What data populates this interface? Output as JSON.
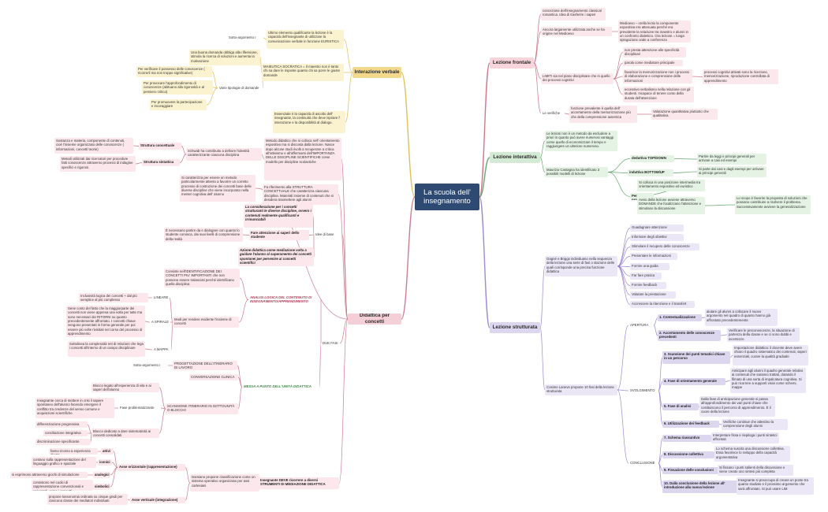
{
  "title": "La scuola dell' insegnamento",
  "colors": {
    "red": "#c76077",
    "red_bg": "#f8d5dc",
    "red_soft": "#fbe8ec",
    "green": "#4e9a58",
    "green_bg": "#d3ebd4",
    "green_soft": "#e4f3e4",
    "purple": "#8d77c9",
    "purple_bg": "#ddd6ef",
    "purple_soft": "#ebe7f6",
    "yellow": "#d9b53f",
    "yellow_bg": "#f2d98c",
    "yellow_soft": "#fbf2cf",
    "pink": "#c6657c",
    "pink_bg": "#f5cfd8",
    "pink_soft": "#fbe7ec"
  },
  "nodes": [
    {
      "id": "center",
      "text": "La scuola dell' insegnamento"
    },
    {
      "id": "lf",
      "text": "Lezione frontale"
    },
    {
      "id": "lf1",
      "text": "concezione dell'insegnamento classica/ romantica. Idea di trasferire i saperi"
    },
    {
      "id": "lf2",
      "text": "Ancora largamente utilizzata anche se ha origine nel Medioevo"
    },
    {
      "id": "lf2a",
      "text": "Medioevo – orella lectio la componente espositiva era attenuata perché era prevalente la relazione tra maestro e alunni in un confronto dialettico. Ora lezione = lunga spiegazione orale a conferenza"
    },
    {
      "id": "lf3",
      "text": "LIMITI sia nel piano disciplinare che in quello dei processi cognitivi"
    },
    {
      "id": "lf3a",
      "text": "non presta attenzione alle specificità disciplinari"
    },
    {
      "id": "lf3b",
      "text": "parola come mediatore principale"
    },
    {
      "id": "lf3c",
      "text": "favorisce la memorizzazione non i processi di elaborazione e comprensione delle informazioni"
    },
    {
      "id": "lf3c1",
      "text": "processi cognitivi attivati sono la ricezione, memorizzazione, riproduzione controllata di apprendimento"
    },
    {
      "id": "lf3d",
      "text": "eccessivo verbalismo nella relazione con gli studenti. Incapace di tenere conto della durata dell'attenzione"
    },
    {
      "id": "lf4",
      "text": "Le verifiche"
    },
    {
      "id": "lf4a",
      "text": "funzione prevalente è quella dell' accertamento della memorizzazione più che della comprensione autentica"
    },
    {
      "id": "lf4b",
      "text": "Valutazione quantitativa piuttosto che qualitativa."
    },
    {
      "id": "li",
      "text": "Lezione interattiva"
    },
    {
      "id": "li1",
      "text": "Le lezioni non è un metodo da escludere a priori in quanto può avere numerosi vantaggi come quello di economizzare il tempo e raggiungere un ulteriore numeroso."
    },
    {
      "id": "li2",
      "text": "Maurizio Castagna ha identificato 3 possibili modelli di lezione"
    },
    {
      "id": "li2a",
      "text": "deduttiva TOP/DOWN"
    },
    {
      "id": "li2a1",
      "text": "Partire da leggi e principi generali per arrivare a casi ed esempi"
    },
    {
      "id": "li2b",
      "text": "induttiva BOTTOM/UP"
    },
    {
      "id": "li2b1",
      "text": "Si parte dai casi e dagli esempi per arrivare ai principi generali"
    },
    {
      "id": "li2c",
      "text": "Per problemi"
    },
    {
      "id": "li2c1",
      "text": "Si colloca in una posizione intermedia tra orientamento espositivo ed euristico"
    },
    {
      "id": "li2c2",
      "text": "Avvio della lezione avviene attraverso DOMANDE che focalizzano l'attenzione e stimolano la discussione"
    },
    {
      "id": "li2c3",
      "text": "Lo scopo è favorire la proposta di soluzioni che possano contribuire a risolvere il problema. Successivamente avviene la generalizzazione"
    },
    {
      "id": "ls",
      "text": "Lezione strutturata"
    },
    {
      "id": "ls1",
      "text": "Gagné e Briggs individuano nella sequenza della lezione una serie di fasi o stazione delle quali corrisponde una precisa funzione didattica"
    },
    {
      "id": "g1",
      "text": "Guadagnare attenzione"
    },
    {
      "id": "g2",
      "text": "Informare degli obiettivi"
    },
    {
      "id": "g3",
      "text": "Stimolare il recupero delle conoscenze"
    },
    {
      "id": "g4",
      "text": "Presentare le informazioni"
    },
    {
      "id": "g5",
      "text": "Fornire una guida"
    },
    {
      "id": "g6",
      "text": "Far fare pratica"
    },
    {
      "id": "g7",
      "text": "Fornire feedback"
    },
    {
      "id": "g8",
      "text": "Valutare la prestazione"
    },
    {
      "id": "g9",
      "text": "Accrescere la ritenzione e il transfert"
    },
    {
      "id": "ls2",
      "text": "Cosimo Laneve propone 10 fasi della lezione strutturata"
    },
    {
      "id": "ap",
      "text": "APERTURA"
    },
    {
      "id": "f1",
      "text": "1. Contestualizzazione"
    },
    {
      "id": "f1a",
      "text": "aiutare gli alunni a collocare il nuovo argomento nel quadro di quanto hanno già affrontato precedentemente"
    },
    {
      "id": "f2",
      "text": "2. Accertamento delle conoscenze precedenti"
    },
    {
      "id": "f2a",
      "text": "Verificare le preconoscenze, la situazione di partenza della classe e se ci sono dubbi e incertezze"
    },
    {
      "id": "sv",
      "text": "SVOLGIMENTO"
    },
    {
      "id": "f3",
      "text": "3. Scansione dei punti tematici chiave in un percorso"
    },
    {
      "id": "f3a",
      "text": "Impostazione didattica: il docente deve avere chiaro il quadro sistematico dei contenuti, saperi essenziali, curare la qualità graduale"
    },
    {
      "id": "f4",
      "text": "4. Fase di orientamento generale"
    },
    {
      "id": "f4a",
      "text": "Anticipare agli alunni il quadro generale relativo ai contenuti che saranno trattati, dotando il filmato di una sorta di impalcatura cognitiva. Si può ricorrere a supporti visivi come schemi, mappe"
    },
    {
      "id": "f5",
      "text": "5. Fase di analisi"
    },
    {
      "id": "f5a",
      "text": "Dalla fase di anticipazione generale si passa all'approfondimento dei vari punti chiave che costituiscono il percorso di apprendimento. È il cuore della lezione"
    },
    {
      "id": "f6",
      "text": "6. Utilizzazione dei feedback"
    },
    {
      "id": "f6a",
      "text": "Verifiche continue che attestino la comprensione degli alunni"
    },
    {
      "id": "co",
      "text": "CONCLUSIONE"
    },
    {
      "id": "f7",
      "text": "7. Schema riassuntivo"
    },
    {
      "id": "f7a",
      "text": "Interpretare fissa e riepiloga i punti sintetici affrontati"
    },
    {
      "id": "f8",
      "text": "8. Discussione collettiva"
    },
    {
      "id": "f8a",
      "text": "Lo schema suscita una discussione collettiva. Essa favorisce lo sviluppo della capacità argomentativa"
    },
    {
      "id": "f9",
      "text": "9. Fissazione delle conclusioni"
    },
    {
      "id": "f9a",
      "text": "Si fissano i punti salienti della discussione e viene creato uno sintesi più completa"
    },
    {
      "id": "f10",
      "text": "10. Dalla conclusione della lezione all' introduzione alla nuova lezione"
    },
    {
      "id": "f10a",
      "text": "Insegnante si preoccupa di creare un ponte tra quanto studiato e il prossimo argomento che sarà affrontato. Si può usare LIM"
    },
    {
      "id": "iv",
      "text": "Interazione verbale"
    },
    {
      "id": "iv1",
      "text": "Ultimo elemento qualificante la lezione è la capacità dell'insegnante di utilizzare la comunicazione verbale in funzione EURISTICA"
    },
    {
      "id": "iv1a",
      "text": "Sotto-argomento I"
    },
    {
      "id": "iv2",
      "text": "MAIEUTICA SOCRATICA = Il maestro non è tanto chi sa dare le risposte quanto chi sa porre le giuste domande"
    },
    {
      "id": "iv2a",
      "text": "Una buona domanda obbliga alla riflessione, stimola la ricerca di soluzioni e aumenta la motivazione"
    },
    {
      "id": "iv2b",
      "text": "Varie tipologie di domande"
    },
    {
      "id": "iv2b1",
      "text": "Per verificare il possesso delle conoscenze ( ricorrerli ma non troppo significative)"
    },
    {
      "id": "iv2b2",
      "text": "Per provocare l'approfondimento di conoscenze (abituano alla rigorosità e al pensiero critico)"
    },
    {
      "id": "iv2b3",
      "text": "Per promuovere la partecipazione e incoraggiare"
    },
    {
      "id": "iv3",
      "text": "Essenziale è la capacità di ascolto dell' insegnante, la continuità che deve ispirare l' interazione e la disponibilità al dialogo."
    },
    {
      "id": "dc",
      "text": "Didattica per concetti"
    },
    {
      "id": "dc1",
      "text": "Metodo didattico che si colloca nell' orientamento espositivo ma si discosta dalla lezione. Nasce dopo alcune studi rivolti a recuperare a critica all'attivismo e all'affermarsi dell'IMPORTANZA DELLE DISCIPLINE SCIENTIFICHE come modello per discipline scolastiche"
    },
    {
      "id": "dc1a",
      "text": "Struttura concettuale"
    },
    {
      "id": "dc1a1",
      "text": "Sostanza e materia, componente di contenuti, cioè l'insieme organizzato delle conoscenze ( informazioni, concetti teorie)"
    },
    {
      "id": "dc1b",
      "text": "Struttura sintattica"
    },
    {
      "id": "dc1b1",
      "text": "Metodi utilizzati dai ricercatori per procedure fatti conoscenze attraverso processi di indagine specifici e rigorosi."
    },
    {
      "id": "dc1c",
      "text": "Schwab ha contribuito a definire l'identità caratterizzante ciascuna disciplina"
    },
    {
      "id": "dc2",
      "text": "Si caratterizza per essere un metodo particolarmente attento a favorire un corretto processo di costruzione dei concetti base delle diverse discipline che viene incorporato nella mente/ cognitiva dell' alunno"
    },
    {
      "id": "dc3",
      "text": "Fa riferimento alla STRUTTURA CONCETTUALE che caratterizza ciascuna disciplina. Materiali insieme di contenuti che si desidera trasmettere agli alunni"
    },
    {
      "id": "dc4",
      "text": "Idee di base"
    },
    {
      "id": "dc4a",
      "text": "La considerazione per i concetti strutturanti le diverse discipline, ovvero i contenuti realmente qualificanti e irrinunciabili"
    },
    {
      "id": "dc4b",
      "text": "Fare attenzione ai saperi dello studente"
    },
    {
      "id": "dc4b1",
      "text": "È necessario partire da e dialogare con quanto lo studente conosca, dai suoi livelli di comprensione della realtà"
    },
    {
      "id": "dc4c",
      "text": "Azione didattica come mediazione volta a guidare l'alunno al superamento dei concetti spontanei per pervenire ai concetti scientifici"
    },
    {
      "id": "dc5",
      "text": "DUE FASI"
    },
    {
      "id": "dc5a",
      "text": "ANALISI LOGICA DEL CONTENUTO DI INSEGNAMENTO/APPRENDIMENTO"
    },
    {
      "id": "dc5a1",
      "text": "Consiste nell'IDENTIFICAZIONE DEI CONCETTI PIU' IMPORTANTI che non possono essere tralasciati perché identificano quella disciplina"
    },
    {
      "id": "dc5a2",
      "text": "Modi per rendere evidente l'insieme di concetti"
    },
    {
      "id": "lin",
      "text": "LINEARE"
    },
    {
      "id": "lin1",
      "text": "Inclusività logica dei concetti + dal più semplice al più complesso"
    },
    {
      "id": "ras",
      "text": "A SPIRALE"
    },
    {
      "id": "ras1",
      "text": "Sene conto del fatto che la maggiorparte dei concetti non viene appresa una volta per tutte ma sono necessari dei RITORNI su quanto precedentemente affrontato. I concetti chiave vengono presentati in forma generale per poi essere più volte rivisitati nel corso del processo di apprendimento"
    },
    {
      "id": "map",
      "text": "A MAPPA"
    },
    {
      "id": "map1",
      "text": "Sottolinea la complessità reti di relazioni che lega i concetti all'interno di un campo disciplinare"
    },
    {
      "id": "dc5b",
      "text": "MESSA A PUNTO DELL'UNITÀ DIDATTICA"
    },
    {
      "id": "dc5b1",
      "text": "PROGETTAZIONE DELL'ITINERARIO DI LAVORO"
    },
    {
      "id": "dc5b1a",
      "text": "Sotto-argomento I"
    },
    {
      "id": "dc5b2",
      "text": "CONVERSAZIONE CLINICA"
    },
    {
      "id": "dc5b3",
      "text": "SCANSIONE ITINERARIO IN SOTTOUNITÀ O BLOCCHI"
    },
    {
      "id": "bl1",
      "text": "Blocco legato all'esperienza di vita e ai saperi dell'alunno"
    },
    {
      "id": "fp",
      "text": "Fase problematizzante"
    },
    {
      "id": "fp1",
      "text": "Insegnante cerca di mettere in crisi il sapere spontaneo dell'alunno facendo emergere il conflitto tra credenze del senso comune e acquisizioni scientifiche."
    },
    {
      "id": "bl2",
      "text": "Blocco dedicato a dare sistematicità ai concetti consolidati"
    },
    {
      "id": "bl2a",
      "text": "differenziazione progressiva"
    },
    {
      "id": "bl2b",
      "text": "conciliazione integrativa"
    },
    {
      "id": "bl2c",
      "text": "discriminazione specificante"
    },
    {
      "id": "dc6",
      "text": "Insegnante DEVE ricorrere a diversi STRUMENTI DI MEDIAZIONE DIDATTICA"
    },
    {
      "id": "dc6a",
      "text": "Damiano propone classificazione come un sistema operativo organizzato per assi cartesiani"
    },
    {
      "id": "ao",
      "text": "Asse orizzontale (rappresentazione)"
    },
    {
      "id": "at",
      "text": "attivi"
    },
    {
      "id": "at1",
      "text": "fanno ricorso a esperienza diretta"
    },
    {
      "id": "ic",
      "text": "iconici"
    },
    {
      "id": "ic1",
      "text": "contano sulla rappresentazione del linguaggio grafico e spaziale"
    },
    {
      "id": "an",
      "text": "analogici"
    },
    {
      "id": "an1",
      "text": "si esprimono attraverso giochi di simulazione"
    },
    {
      "id": "si",
      "text": "simbolici"
    },
    {
      "id": "si1",
      "text": "consistono nel codici di rappresentazione convenzionali e universali, come i concetti"
    },
    {
      "id": "av",
      "text": "Asse verticale (integrazione)"
    },
    {
      "id": "av1",
      "text": "propone tassonomia ordinata su cinque gradi per ciascuna classe dei mediatori individuati"
    }
  ]
}
